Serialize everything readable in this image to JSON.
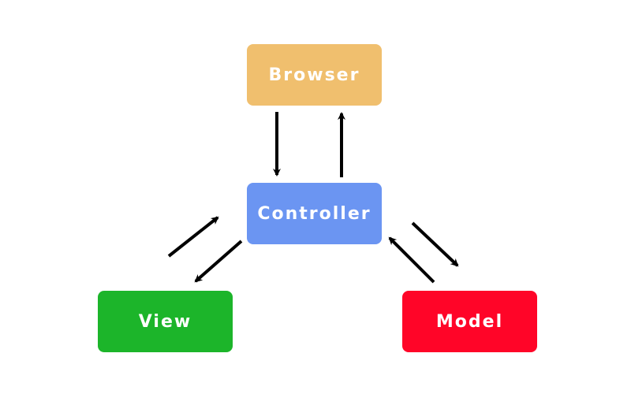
{
  "diagram": {
    "title": "MVC pattern",
    "nodes": [
      {
        "id": "browser",
        "label": "Browser",
        "color": "#f0bf6e"
      },
      {
        "id": "controller",
        "label": "Controller",
        "color": "#6b95f2"
      },
      {
        "id": "view",
        "label": "View",
        "color": "#1cb52a"
      },
      {
        "id": "model",
        "label": "Model",
        "color": "#ff0528"
      }
    ],
    "edges": [
      {
        "from": "browser",
        "to": "controller"
      },
      {
        "from": "controller",
        "to": "browser"
      },
      {
        "from": "controller",
        "to": "view"
      },
      {
        "from": "view",
        "to": "controller"
      },
      {
        "from": "controller",
        "to": "model"
      },
      {
        "from": "model",
        "to": "controller"
      }
    ]
  }
}
